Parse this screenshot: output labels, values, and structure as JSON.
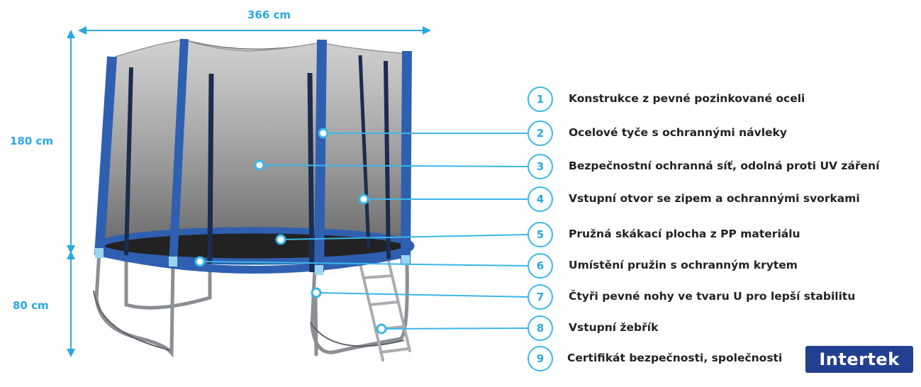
{
  "dimensions": {
    "width": "366 cm",
    "net_height": "180 cm",
    "leg_height": "80 cm"
  },
  "features": [
    {
      "num": "1",
      "text": "Konstrukce z pevné pozinkované oceli"
    },
    {
      "num": "2",
      "text": "Ocelové tyče s ochrannými návleky"
    },
    {
      "num": "3",
      "text": "Bezpečnostní ochranná síť, odolná proti UV záření"
    },
    {
      "num": "4",
      "text": "Vstupní otvor se zipem a ochrannými svorkami"
    },
    {
      "num": "5",
      "text": "Pružná skákací plocha z PP materiálu"
    },
    {
      "num": "6",
      "text": "Umístění pružin s ochranným krytem"
    },
    {
      "num": "7",
      "text": "Čtyři pevné nohy ve tvaru U pro lepší stabilitu"
    },
    {
      "num": "8",
      "text": "Vstupní žebřík"
    },
    {
      "num": "9",
      "text": "Certifikát bezpečnosti, společnosti"
    }
  ],
  "logo_text": "Intertek",
  "colors": {
    "accent": "#2aa8df",
    "pad_blue": "#2f5fb0",
    "net": "#4a4a4a",
    "logo_bg": "#233f8f"
  }
}
